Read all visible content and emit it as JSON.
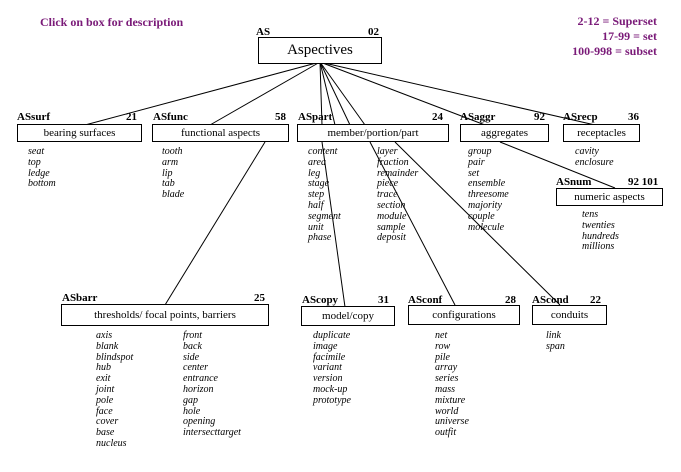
{
  "header": {
    "hint": "Click on box for description",
    "legend": [
      "2-12 = Superset",
      "17-99 = set",
      "100-998 = subset"
    ]
  },
  "root": {
    "code": "AS",
    "number": "02",
    "label": "Aspectives"
  },
  "nodes": {
    "surf": {
      "code": "ASsurf",
      "number": "21",
      "label": "bearing surfaces",
      "terms": [
        "seat",
        "top",
        "ledge",
        "bottom"
      ]
    },
    "func": {
      "code": "ASfunc",
      "number": "58",
      "label": "functional aspects",
      "terms": [
        "tooth",
        "arm",
        "lip",
        "tab",
        "blade"
      ]
    },
    "part": {
      "code": "ASpart",
      "number": "24",
      "label": "member/portion/part",
      "terms_col1": [
        "content",
        "area",
        "leg",
        "stage",
        "step",
        "half",
        "segment",
        "unit",
        "phase"
      ],
      "terms_col2": [
        "layer",
        "fraction",
        "remainder",
        "piece",
        "trace",
        "section",
        "module",
        "sample",
        "deposit"
      ]
    },
    "aggr": {
      "code": "ASaggr",
      "number": "92",
      "label": "aggregates",
      "terms": [
        "group",
        "pair",
        "set",
        "ensemble",
        "threesome",
        "majority",
        "couple",
        "molecule"
      ]
    },
    "recp": {
      "code": "ASrecp",
      "number": "36",
      "label": "receptacles",
      "terms": [
        "cavity",
        "enclosure"
      ]
    },
    "num": {
      "code": "ASnum",
      "number": "92 101",
      "label": "numeric aspects",
      "terms": [
        "tens",
        "twenties",
        "hundreds",
        "millions"
      ]
    },
    "barr": {
      "code": "ASbarr",
      "number": "25",
      "label": "thresholds/ focal points, barriers",
      "terms_col1": [
        "axis",
        "blank",
        "blindspot",
        "hub",
        "exit",
        "joint",
        "pole",
        "face",
        "cover",
        "base",
        "nucleus"
      ],
      "terms_col2": [
        "front",
        "back",
        "side",
        "center",
        "entrance",
        "horizon",
        "gap",
        "hole",
        "opening",
        "intersecttarget"
      ]
    },
    "copy": {
      "code": "AScopy",
      "number": "31",
      "label": "model/copy",
      "terms": [
        "duplicate",
        "image",
        "facimile",
        "variant",
        "version",
        "mock-up",
        "prototype"
      ]
    },
    "conf": {
      "code": "ASconf",
      "number": "28",
      "label": "configurations",
      "terms": [
        "net",
        "row",
        "pile",
        "array",
        "series",
        "mass",
        "mixture",
        "world",
        "universe",
        "outfit"
      ]
    },
    "cond": {
      "code": "AScond",
      "number": "22",
      "label": "conduits",
      "terms": [
        "link",
        "span"
      ]
    }
  }
}
